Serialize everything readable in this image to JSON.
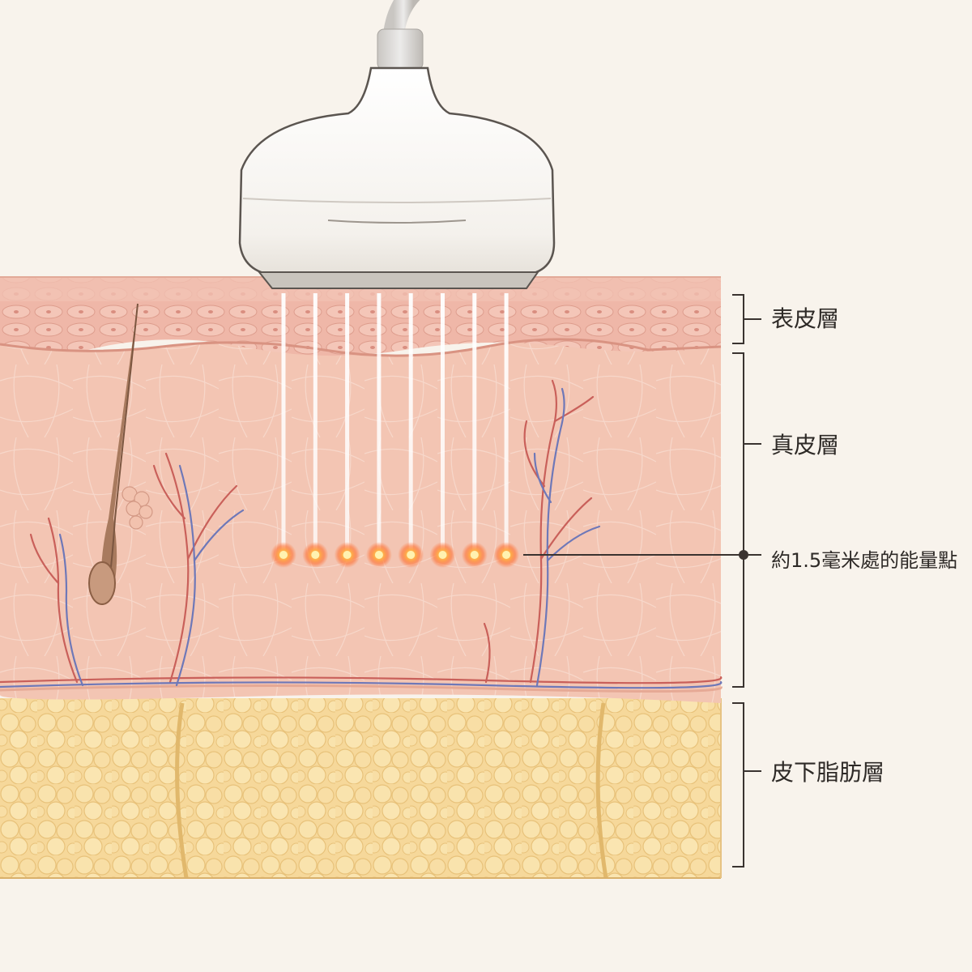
{
  "labels": {
    "epidermis": "表皮層",
    "dermis": "真皮層",
    "focal_points": "約1.5毫米處的能量點",
    "subcutaneous_fat": "皮下脂肪層"
  },
  "focal_point_count": 8,
  "colors": {
    "background": "#f8f3ec",
    "epidermis": "#f1c1b3",
    "dermis": "#f3c6b4",
    "fat": "#f6dca0",
    "beam": "#ffffff",
    "focal_glow": "#ff7a2a",
    "artery": "#c9605a",
    "vein": "#6e78b8",
    "hair": "#9c7159",
    "label_line": "#3a3330"
  }
}
